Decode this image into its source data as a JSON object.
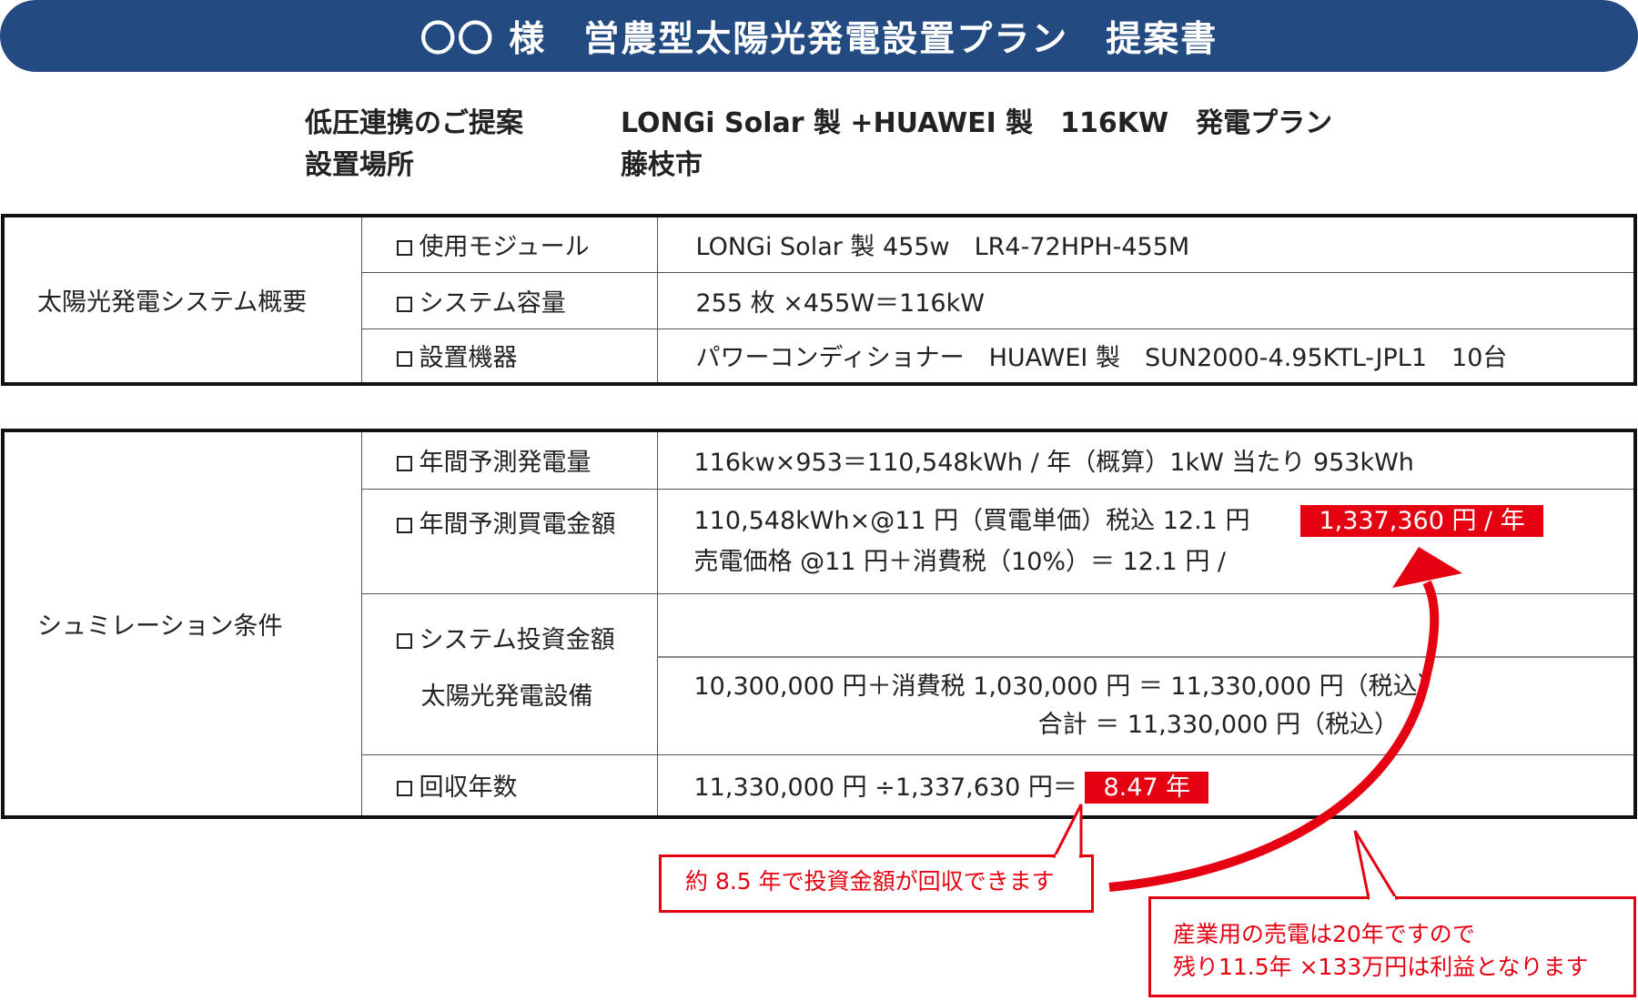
{
  "title": "〇〇 様　営農型太陽光発電設置プラン　提案書",
  "info": {
    "plan_label": "低圧連携のご提案",
    "plan_value": "LONGi Solar 製 +HUAWEI 製　116KW　発電プラン",
    "location_label": "設置場所",
    "location_value": "藤枝市"
  },
  "system": {
    "section": "太陽光発電システム概要",
    "rows": [
      {
        "label": "使用モジュール",
        "value": "LONGi Solar 製 455w　LR4-72HPH-455M"
      },
      {
        "label": "システム容量",
        "value": "255 枚 ×455W＝116kW"
      },
      {
        "label": "設置機器",
        "value": "パワーコンディショナー　HUAWEI 製　SUN2000-4.95KTL-JPL1　10台"
      }
    ]
  },
  "simulation": {
    "section": "シュミレーション条件",
    "generation": {
      "label": "年間予測発電量",
      "value": "116kw×953＝110,548kWh / 年（概算）1kW 当たり 953kWh"
    },
    "sales": {
      "label": "年間予測買電金額",
      "line1": "110,548kWh×@11 円（買電単価）税込 12.1 円",
      "badge": "1,337,360 円 / 年",
      "line2": "売電価格 @11 円＋消費税（10%）＝ 12.1 円 /"
    },
    "investment": {
      "label": "システム投資金額",
      "sub_label": "太陽光発電設備",
      "line1": "10,300,000 円＋消費税 1,030,000 円 ＝ 11,330,000 円（税込）",
      "line2": "合計 ＝ 11,330,000 円（税込）"
    },
    "payback": {
      "label": "回収年数",
      "value": "11,330,000 円 ÷1,337,630 円＝",
      "badge": "8.47 年"
    }
  },
  "callouts": {
    "payback_note": "約 8.5 年で投資金額が回収できます",
    "profit_note_1": "産業用の売電は20年ですので",
    "profit_note_2": "残り11.5年 ×133万円は利益となります"
  },
  "colors": {
    "title_bg": "#244a82",
    "accent_red": "#e50012"
  }
}
